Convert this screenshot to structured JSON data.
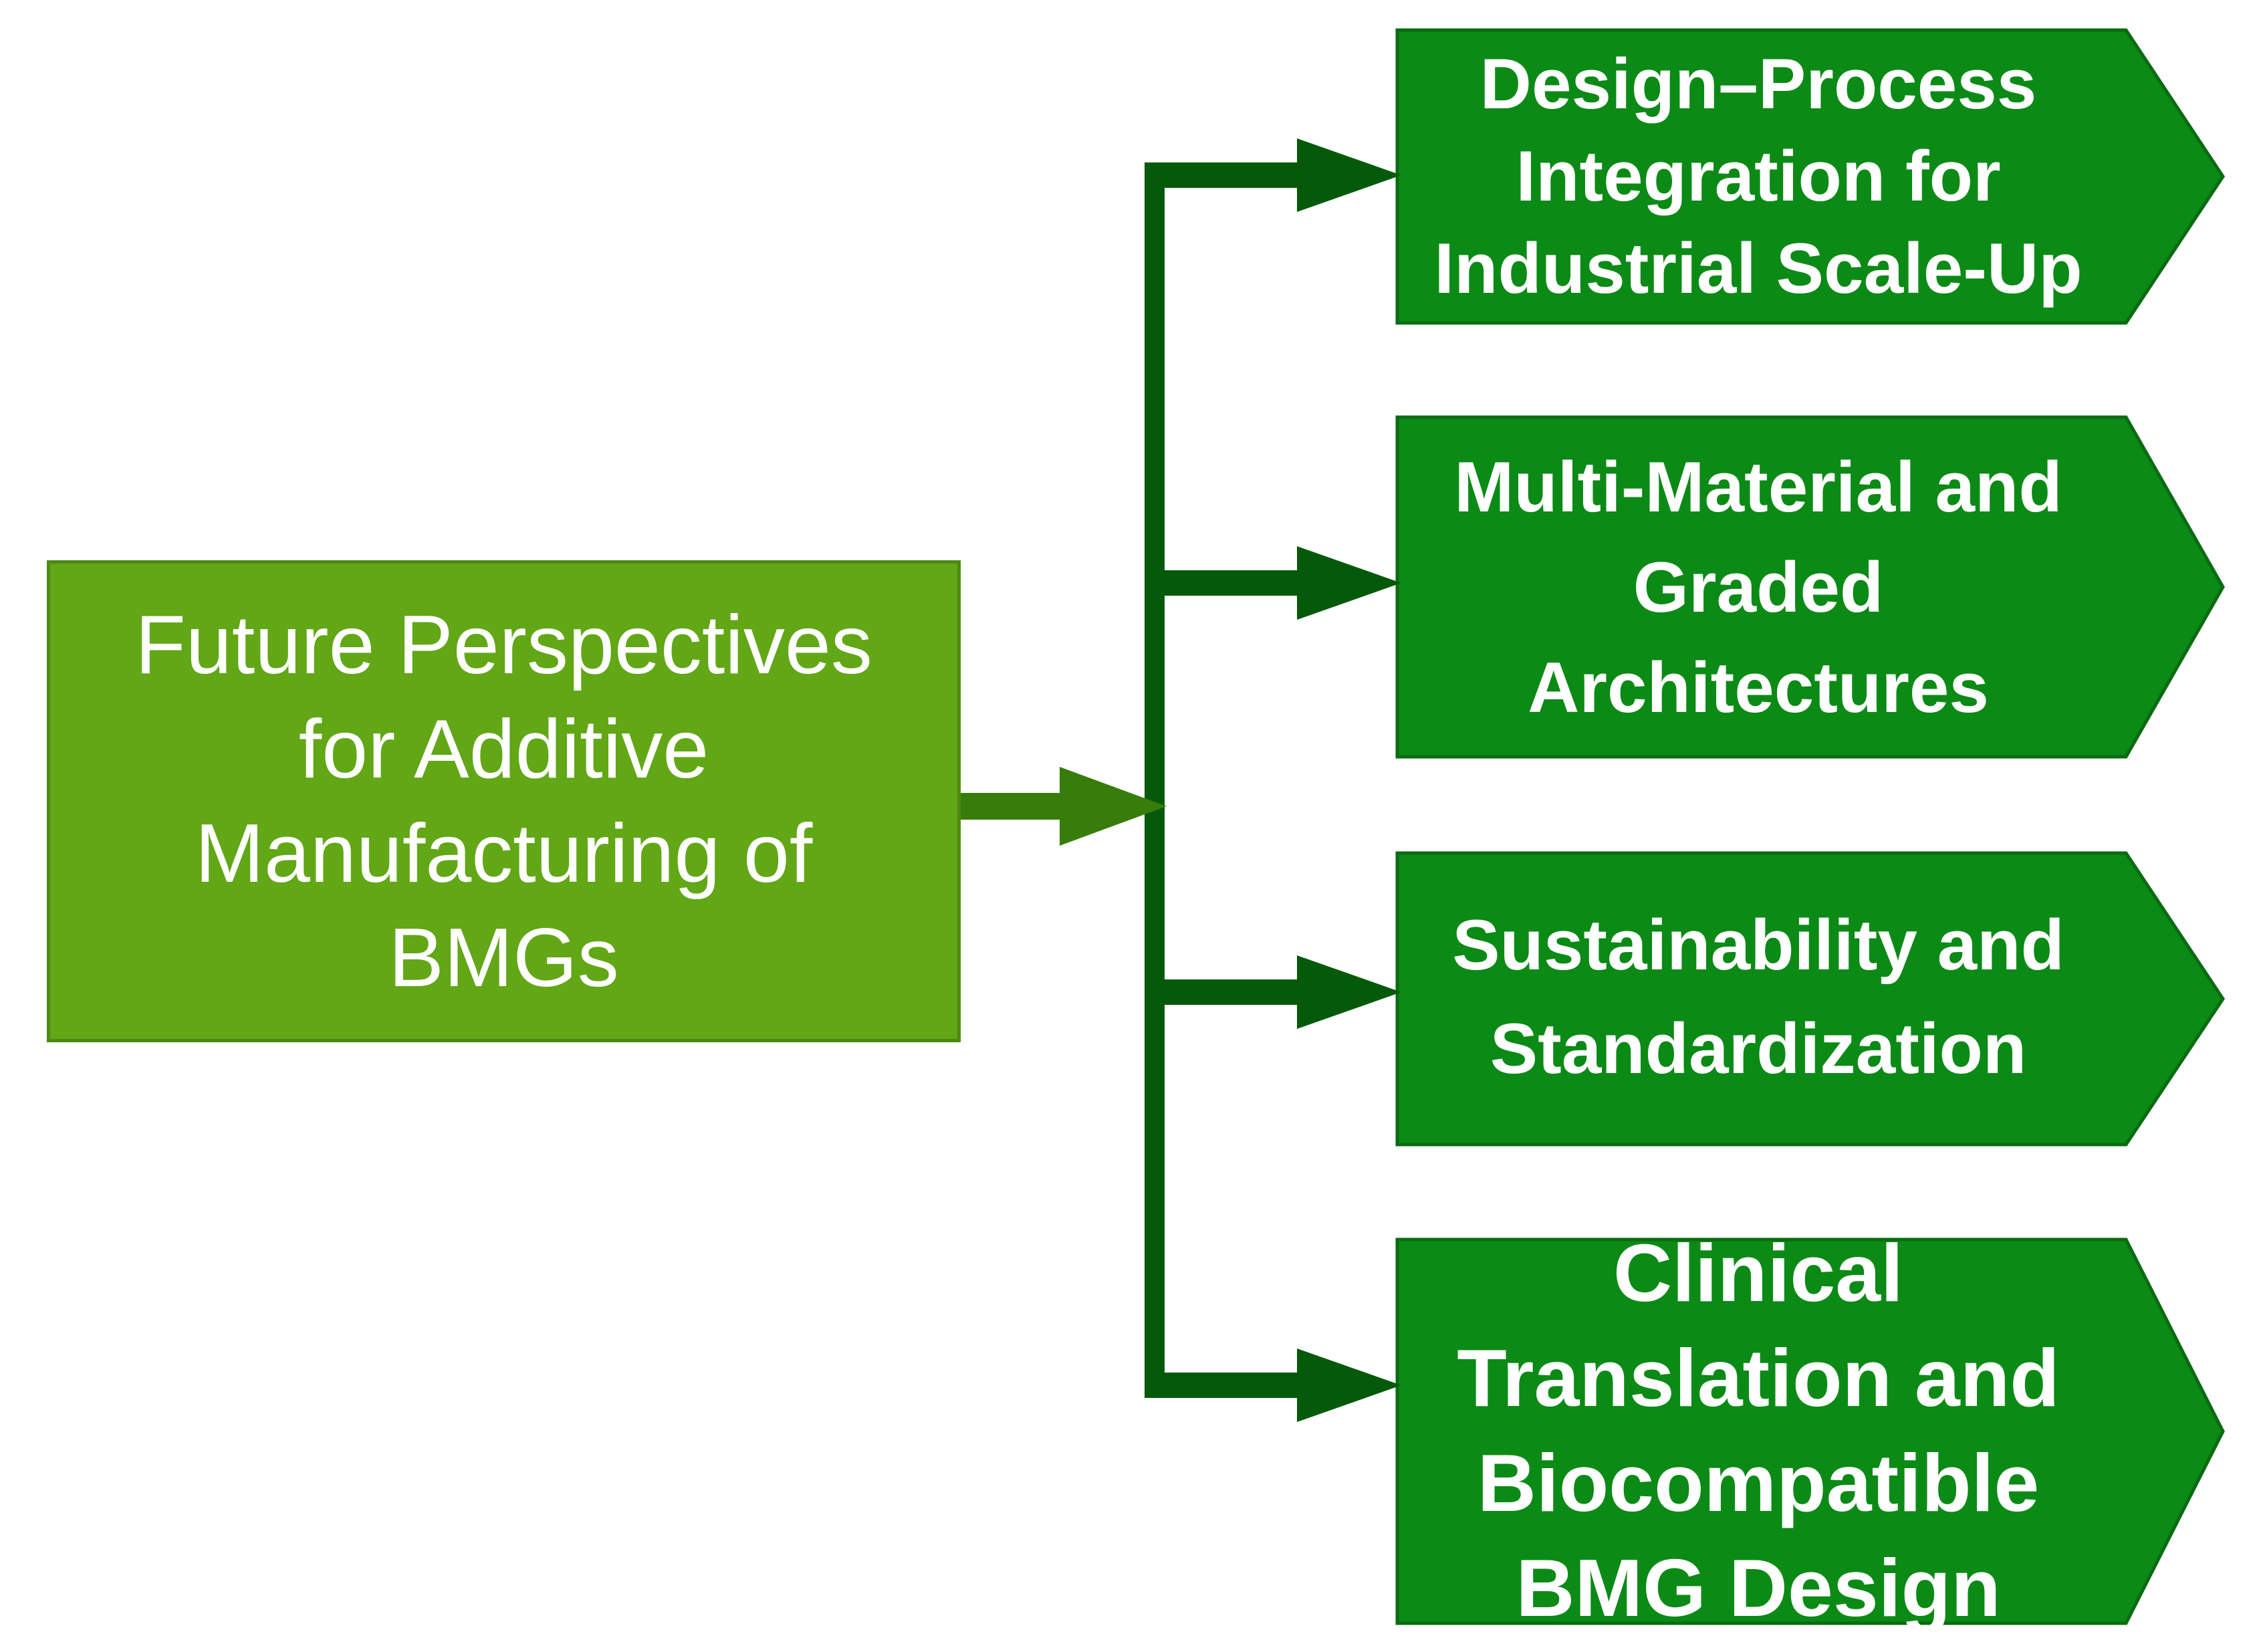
{
  "diagram": {
    "root": {
      "label": "Future Perspectives for Additive Manufacturing of BMGs"
    },
    "branches": [
      {
        "label": "Design–Process Integration for Industrial Scale-Up"
      },
      {
        "label": "Multi-Material and Graded Architectures"
      },
      {
        "label": "Sustainability and Standardization"
      },
      {
        "label": "Clinical Translation and Biocompatible BMG Design"
      }
    ]
  },
  "colors": {
    "root_fill": "#61a716",
    "root_border": "#4e8a12",
    "branch_fill": "#0b8a16",
    "branch_border": "#0a6b12",
    "connector": "#045a0a",
    "main_arrow": "#387d0b",
    "text": "#ffffff"
  }
}
